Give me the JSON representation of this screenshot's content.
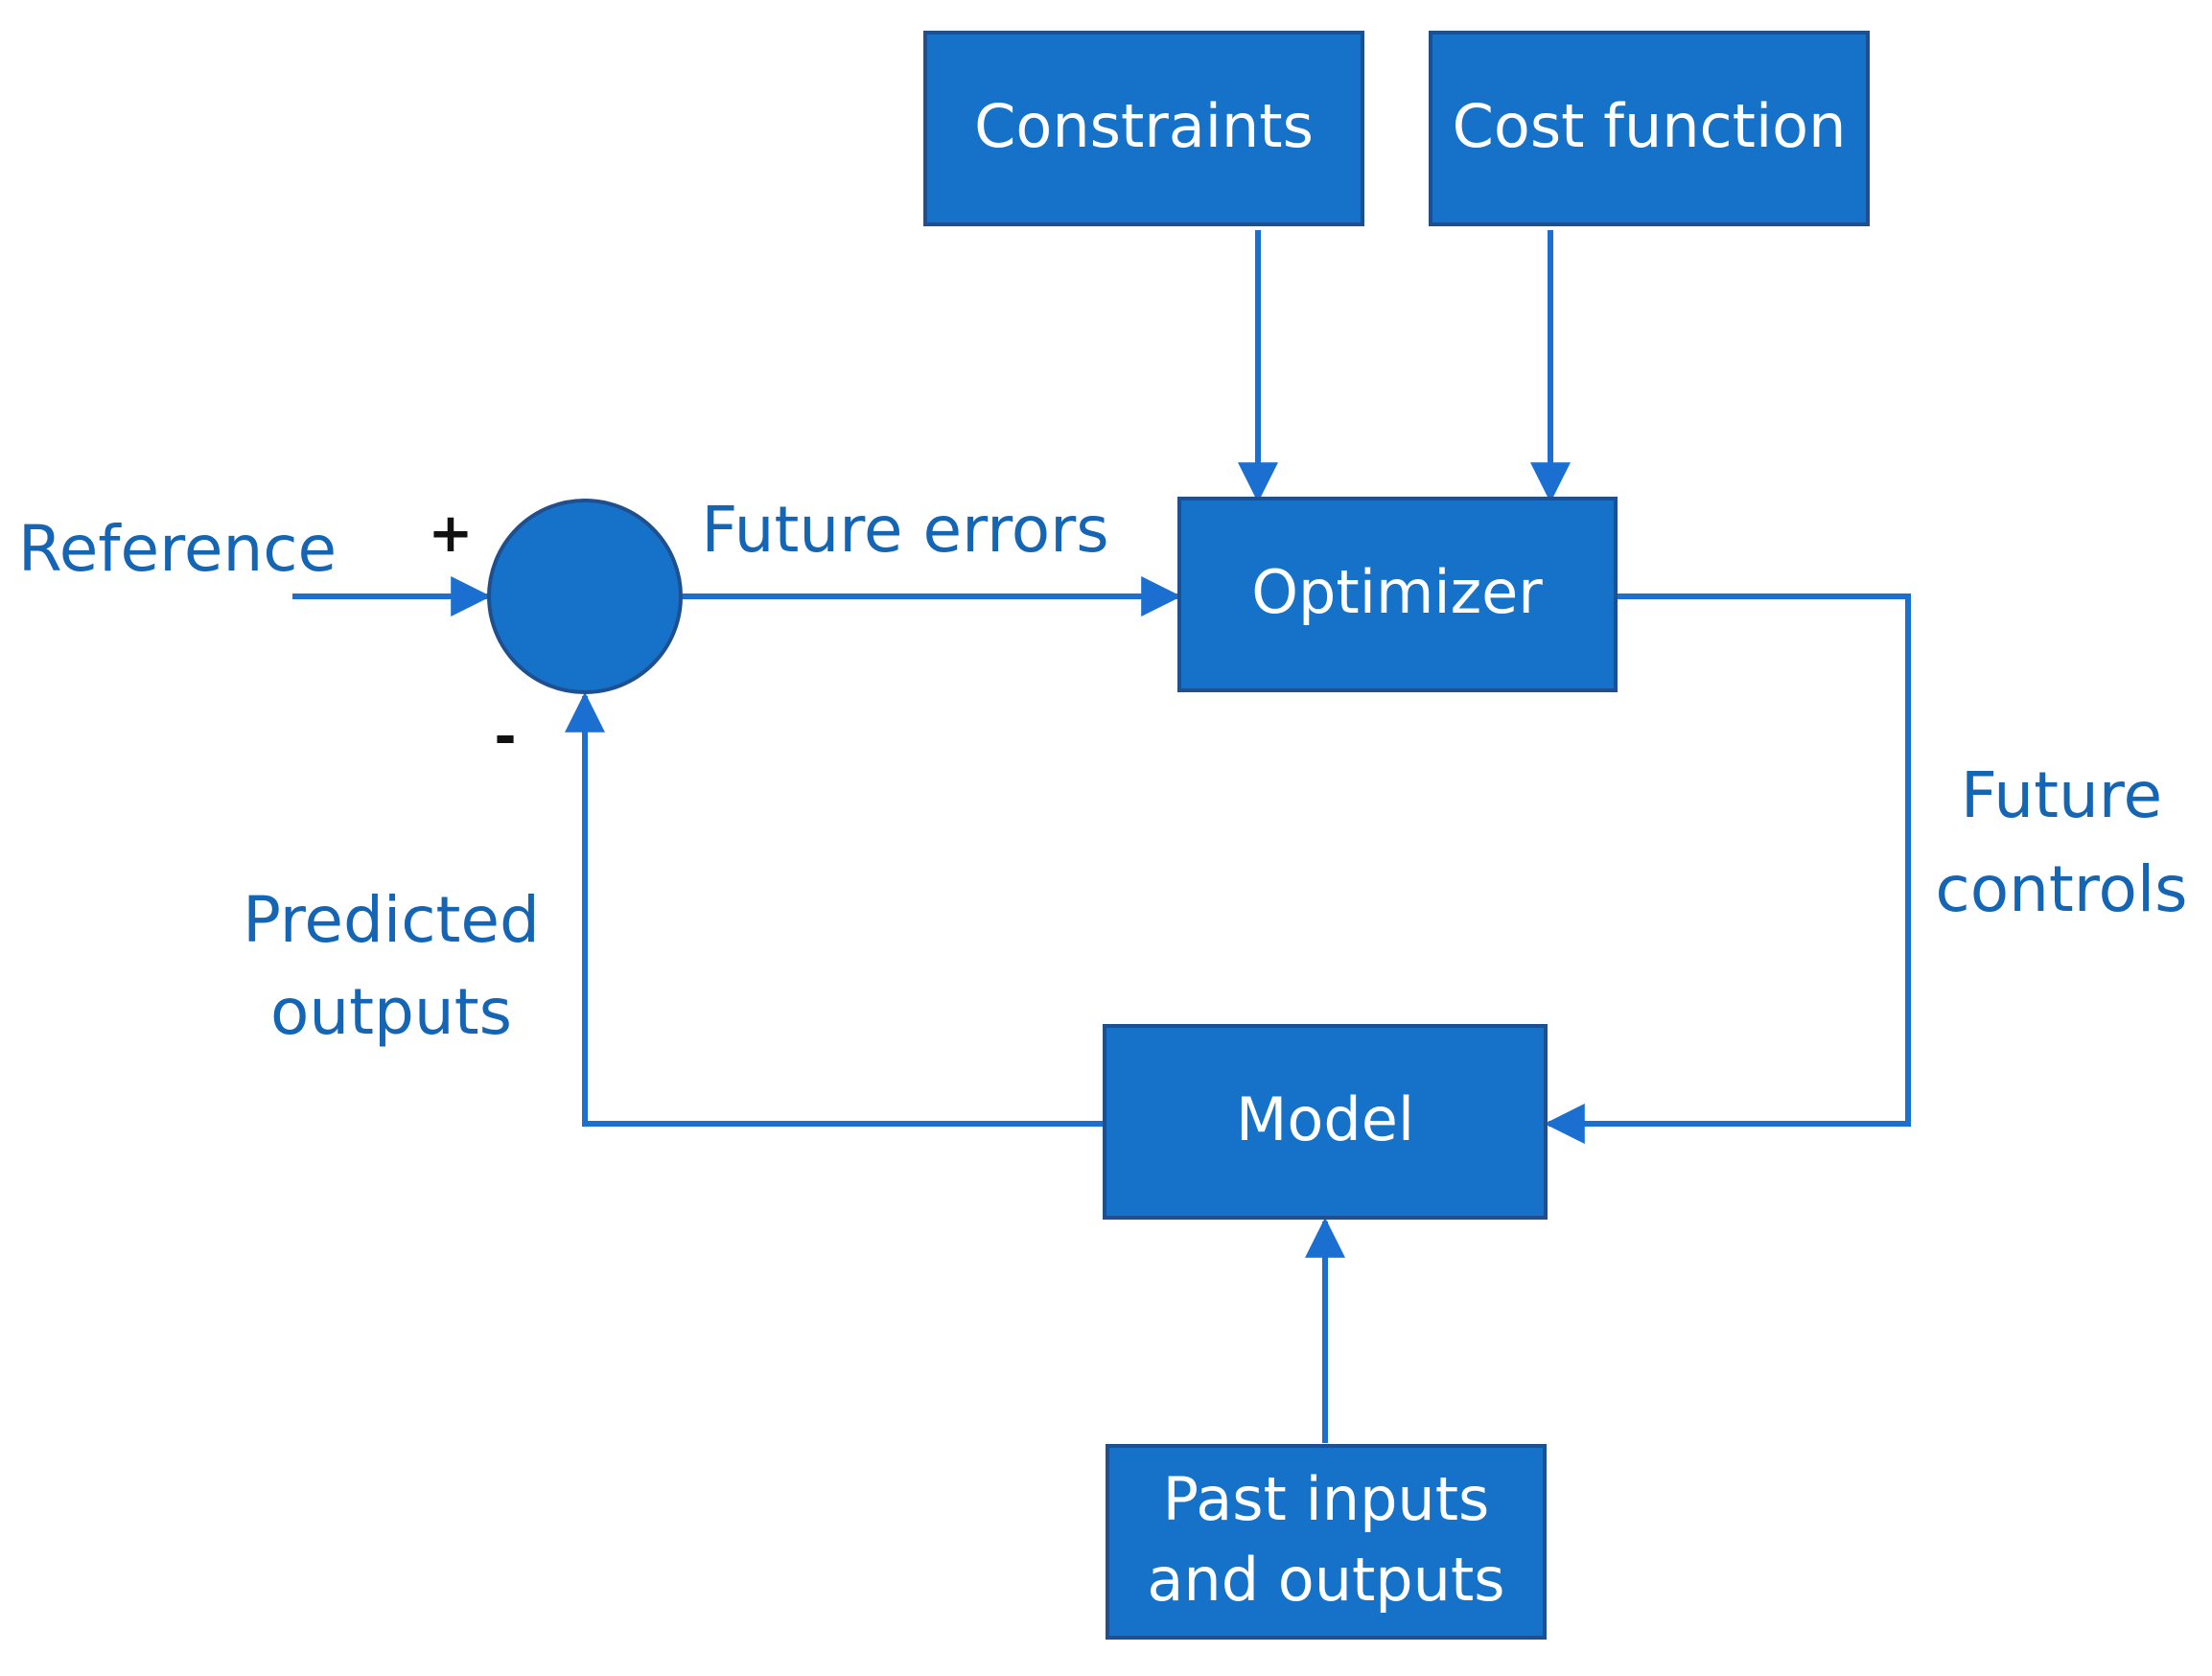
{
  "colors": {
    "box_fill": "#1572c8",
    "line": "#1a6fd0",
    "label_text": "#1565b5"
  },
  "nodes": {
    "constraints": "Constraints",
    "cost_function": "Cost function",
    "optimizer": "Optimizer",
    "model": "Model",
    "past_io_line1": "Past inputs",
    "past_io_line2": "and outputs"
  },
  "edge_labels": {
    "reference": "Reference",
    "future_errors": "Future errors",
    "future_controls_line1": "Future",
    "future_controls_line2": "controls",
    "predicted_outputs_line1": "Predicted",
    "predicted_outputs_line2": "outputs"
  },
  "signs": {
    "plus": "+",
    "minus": "-"
  }
}
